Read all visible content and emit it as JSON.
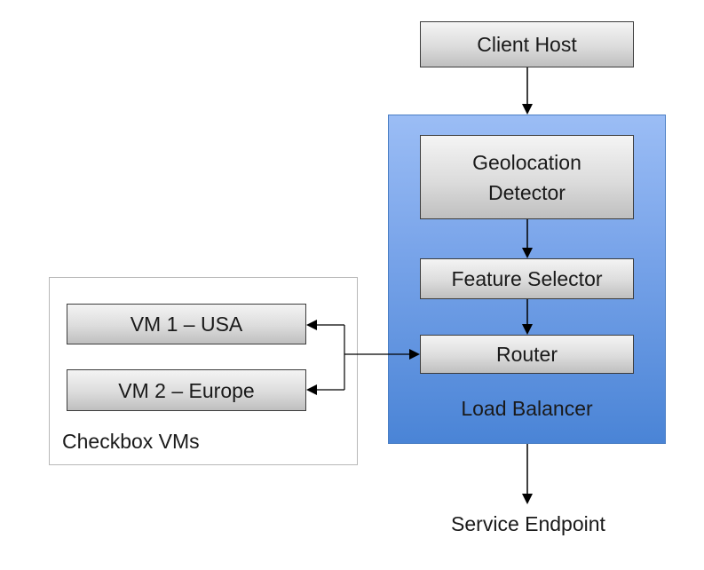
{
  "nodes": {
    "client_host": "Client Host",
    "geolocation_detector_line1": "Geolocation",
    "geolocation_detector_line2": "Detector",
    "feature_selector": "Feature Selector",
    "router": "Router",
    "vm1": "VM 1 – USA",
    "vm2": "VM 2 – Europe"
  },
  "groups": {
    "load_balancer": "Load Balancer",
    "checkbox_vms": "Checkbox VMs"
  },
  "endpoint": "Service Endpoint",
  "colors": {
    "load_balancer_fill_top": "#9bbdf5",
    "load_balancer_fill_bottom": "#4a84d6",
    "box_fill": "#dcdcdc",
    "arrow": "#000000"
  }
}
